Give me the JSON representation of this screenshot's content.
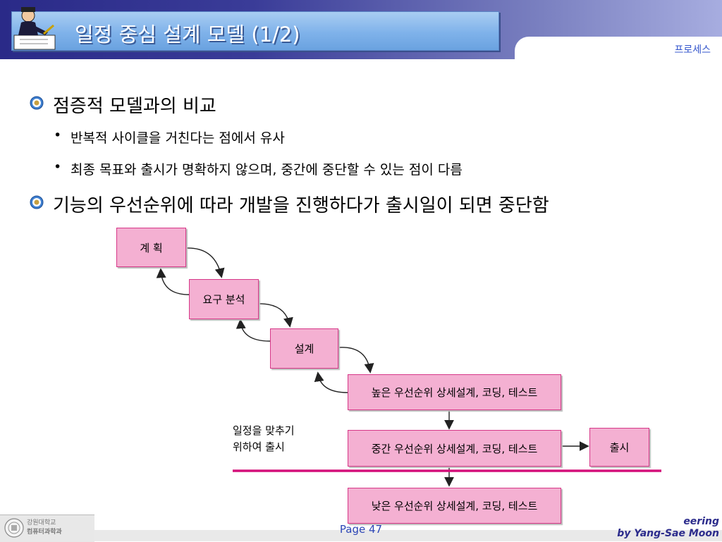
{
  "header": {
    "title": "일정 중심 설계 모델 (1/2)",
    "section": "프로세스",
    "icon": "man-writing-icon"
  },
  "content": {
    "bullets": [
      {
        "text": "점증적 모델과의 비교",
        "sub": [
          "반복적 사이클을 거친다는 점에서 유사",
          "최종 목표와 출시가 명확하지 않으며, 중간에 중단할 수 있는 점이 다름"
        ]
      },
      {
        "text": "기능의 우선순위에 따라 개발을 진행하다가 출시일이 되면 중단함",
        "sub": []
      }
    ]
  },
  "diagram": {
    "boxes": {
      "plan": "계 획",
      "requirements": "요구 분석",
      "design": "설계",
      "high": "높은 우선순위 상세설계, 코딩, 테스트",
      "mid": "중간 우선순위 상세설계, 코딩, 테스트",
      "low": "낮은 우선순위 상세설계, 코딩, 테스트",
      "release": "출시"
    },
    "note_line1": "일정을 맞추기",
    "note_line2": "위하여 출시",
    "colors": {
      "box_fill": "#f4b0d2",
      "box_border": "#d63888",
      "cutoff_line": "#d4107a"
    }
  },
  "footer": {
    "page": "Page 47",
    "course_partial": "eering",
    "author": "by Yang-Sae Moon",
    "logo_line1": "강원대학교",
    "logo_line2": "컴퓨터과학과"
  }
}
